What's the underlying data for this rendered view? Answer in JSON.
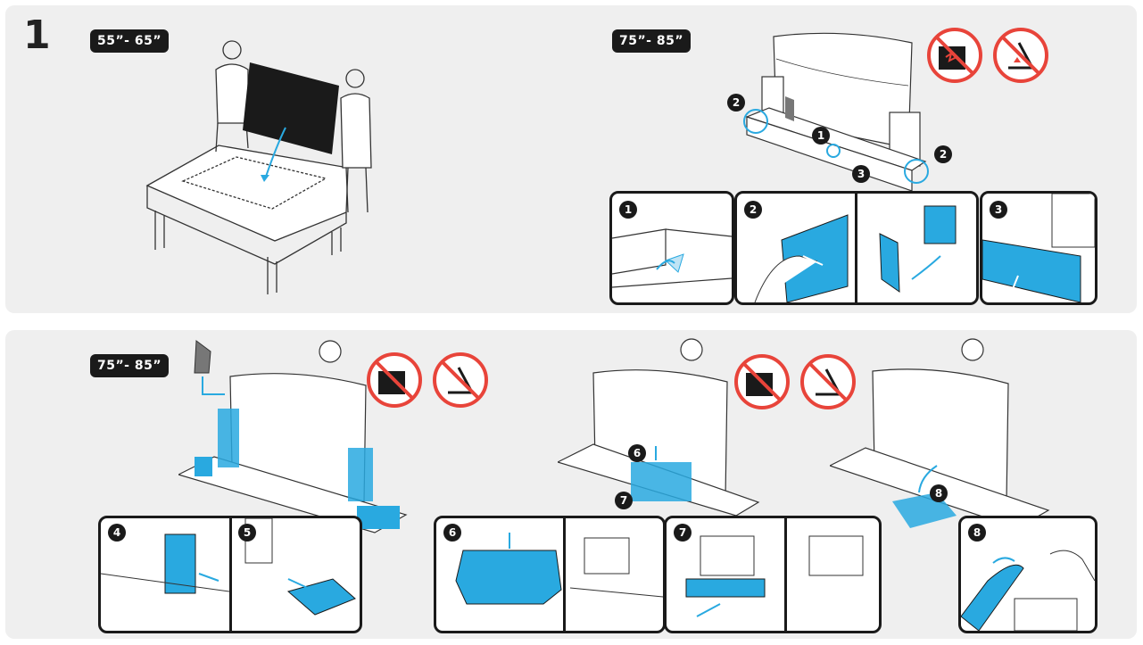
{
  "step": {
    "number": "1"
  },
  "sizes": {
    "small": "55”- 65”",
    "large_a": "75”- 85”",
    "large_b": "75”- 85”"
  },
  "callouts": {
    "top": [
      "2",
      "1",
      "2",
      "3"
    ],
    "bottom": [
      "6",
      "7",
      "8"
    ]
  },
  "details": {
    "top": [
      "1",
      "2",
      "3"
    ],
    "bottom": [
      "4",
      "5",
      "6",
      "7",
      "8"
    ]
  },
  "icons": {
    "prohibited": [
      "no-press-screen-icon",
      "no-sharp-object-icon"
    ],
    "accent_color": "#29a9e0",
    "warning_color": "#e8443a"
  }
}
